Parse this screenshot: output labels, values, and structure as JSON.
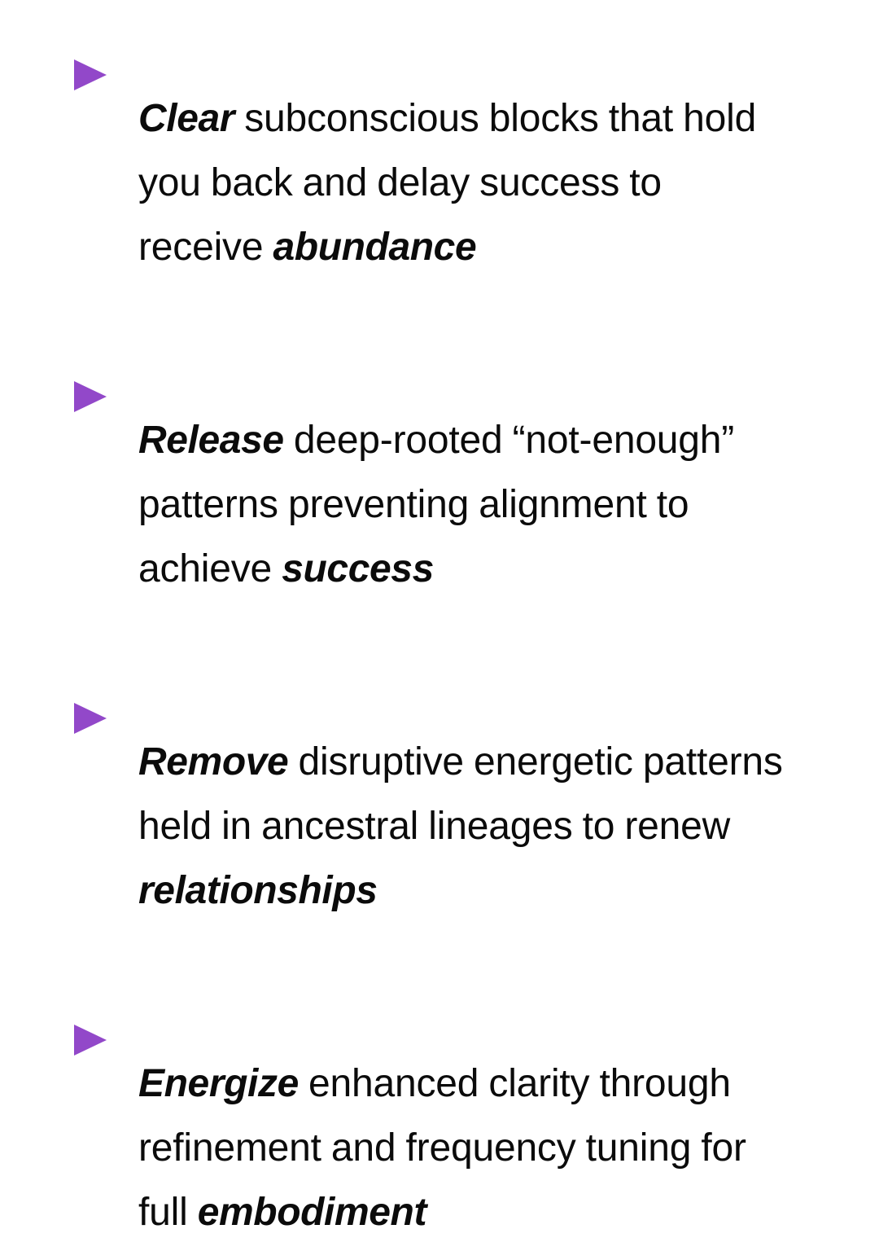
{
  "page": {
    "background_color": "#FFFFFF",
    "text_color": "#0B0B0B",
    "accent_color": "#9248C9",
    "marker_icon": "triangle-right-icon"
  },
  "bullets": [
    {
      "lead": "Clear",
      "body": " subconscious blocks that hold you back and delay success to receive ",
      "emphasis": "abundance",
      "tail": "",
      "full_text": "Clear subconscious blocks that hold you back and delay success to receive abundance"
    },
    {
      "lead": "Release",
      "body": " deep-rooted “not-enough” patterns preventing alignment to achieve ",
      "emphasis": "success",
      "tail": "",
      "full_text": "Release deep-rooted “not-enough” patterns preventing alignment to achieve success"
    },
    {
      "lead": "Remove",
      "body": " disruptive energetic patterns held in ancestral lineages to renew ",
      "emphasis": "relationships",
      "tail": "",
      "full_text": "Remove disruptive energetic patterns held in ancestral lineages to renew relationships"
    },
    {
      "lead": "Energize",
      "body": " enhanced clarity through refinement and frequency tuning for full ",
      "emphasis": "embodiment",
      "tail": "",
      "full_text": "Energize enhanced clarity through refinement and frequency tuning for full embodiment"
    }
  ]
}
